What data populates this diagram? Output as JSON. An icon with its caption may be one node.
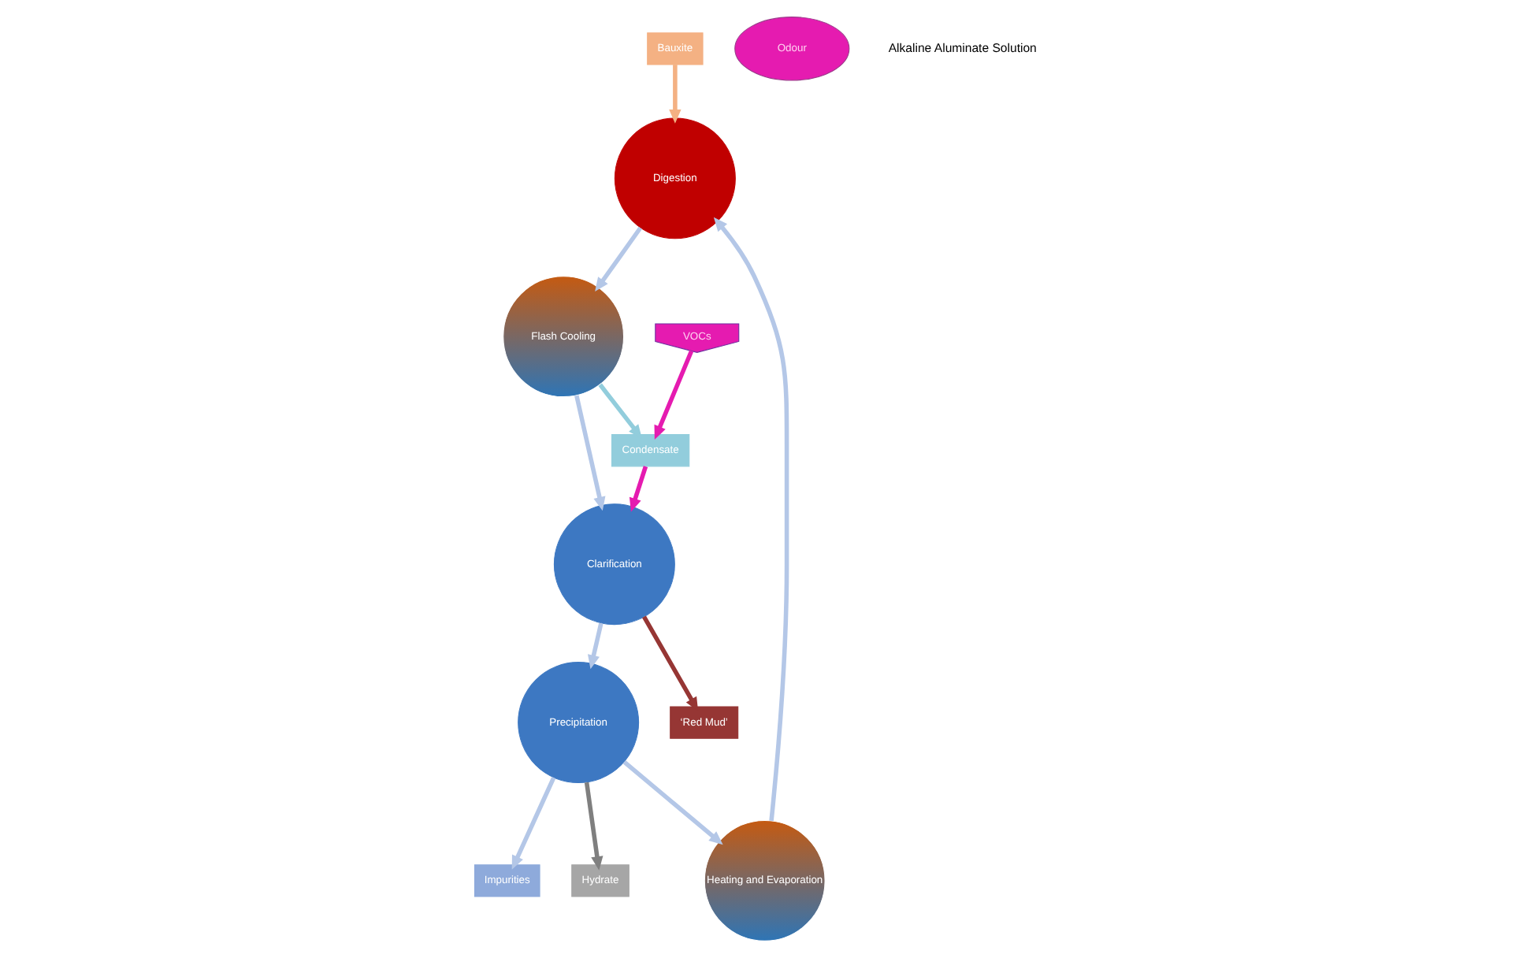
{
  "diagram": {
    "nodes": [
      {
        "text": [
          "Bauxite"
        ]
      },
      {
        "text": [
          "Digestion"
        ]
      },
      {
        "text": [
          "Odour"
        ]
      },
      {
        "text": [
          "VOCs"
        ]
      },
      {
        "text": [
          "Condensate"
        ]
      },
      {
        "text": [
          "Heating and Evaporation"
        ]
      },
      {
        "text": [
          "Flash Cooling"
        ]
      },
      {
        "text": [
          "Impurities"
        ]
      },
      {
        "text": [
          "Precipitation"
        ]
      },
      {
        "text": [
          "Clarification"
        ]
      },
      {
        "text": [
          "Hydrate"
        ]
      },
      {
        "text": [
          "‘Red Mud’"
        ]
      }
    ],
    "edges": [
      {
        "from": 0,
        "to": 1,
        "arrow": "to",
        "color": "#f4b183"
      },
      {
        "from": 1,
        "to": 6,
        "arrow": "to"
      },
      {
        "from": 6,
        "to": 4,
        "arrow": "to",
        "color": "#92cddc"
      },
      {
        "from": 3,
        "to": 4,
        "arrow": "to",
        "color": "#e51bb0"
      },
      {
        "from": 4,
        "to": 9,
        "arrow": "to",
        "color": "#e51bb0"
      },
      {
        "from": 6,
        "to": 9,
        "arrow": "to"
      },
      {
        "from": 9,
        "to": 8,
        "arrow": "to"
      },
      {
        "from": 8,
        "to": 5,
        "arrow": "to"
      },
      {
        "from": 8,
        "to": 7,
        "arrow": "to"
      },
      {
        "from": 5,
        "to": 1,
        "arrow": "to"
      },
      {
        "from": 8,
        "to": 10,
        "arrow": "to",
        "color": "#7f7f7f"
      },
      {
        "from": 9,
        "to": 11,
        "arrow": "to",
        "color": "#963634"
      }
    ],
    "labels": [
      "Alkaline Aluminate Solution"
    ]
  }
}
